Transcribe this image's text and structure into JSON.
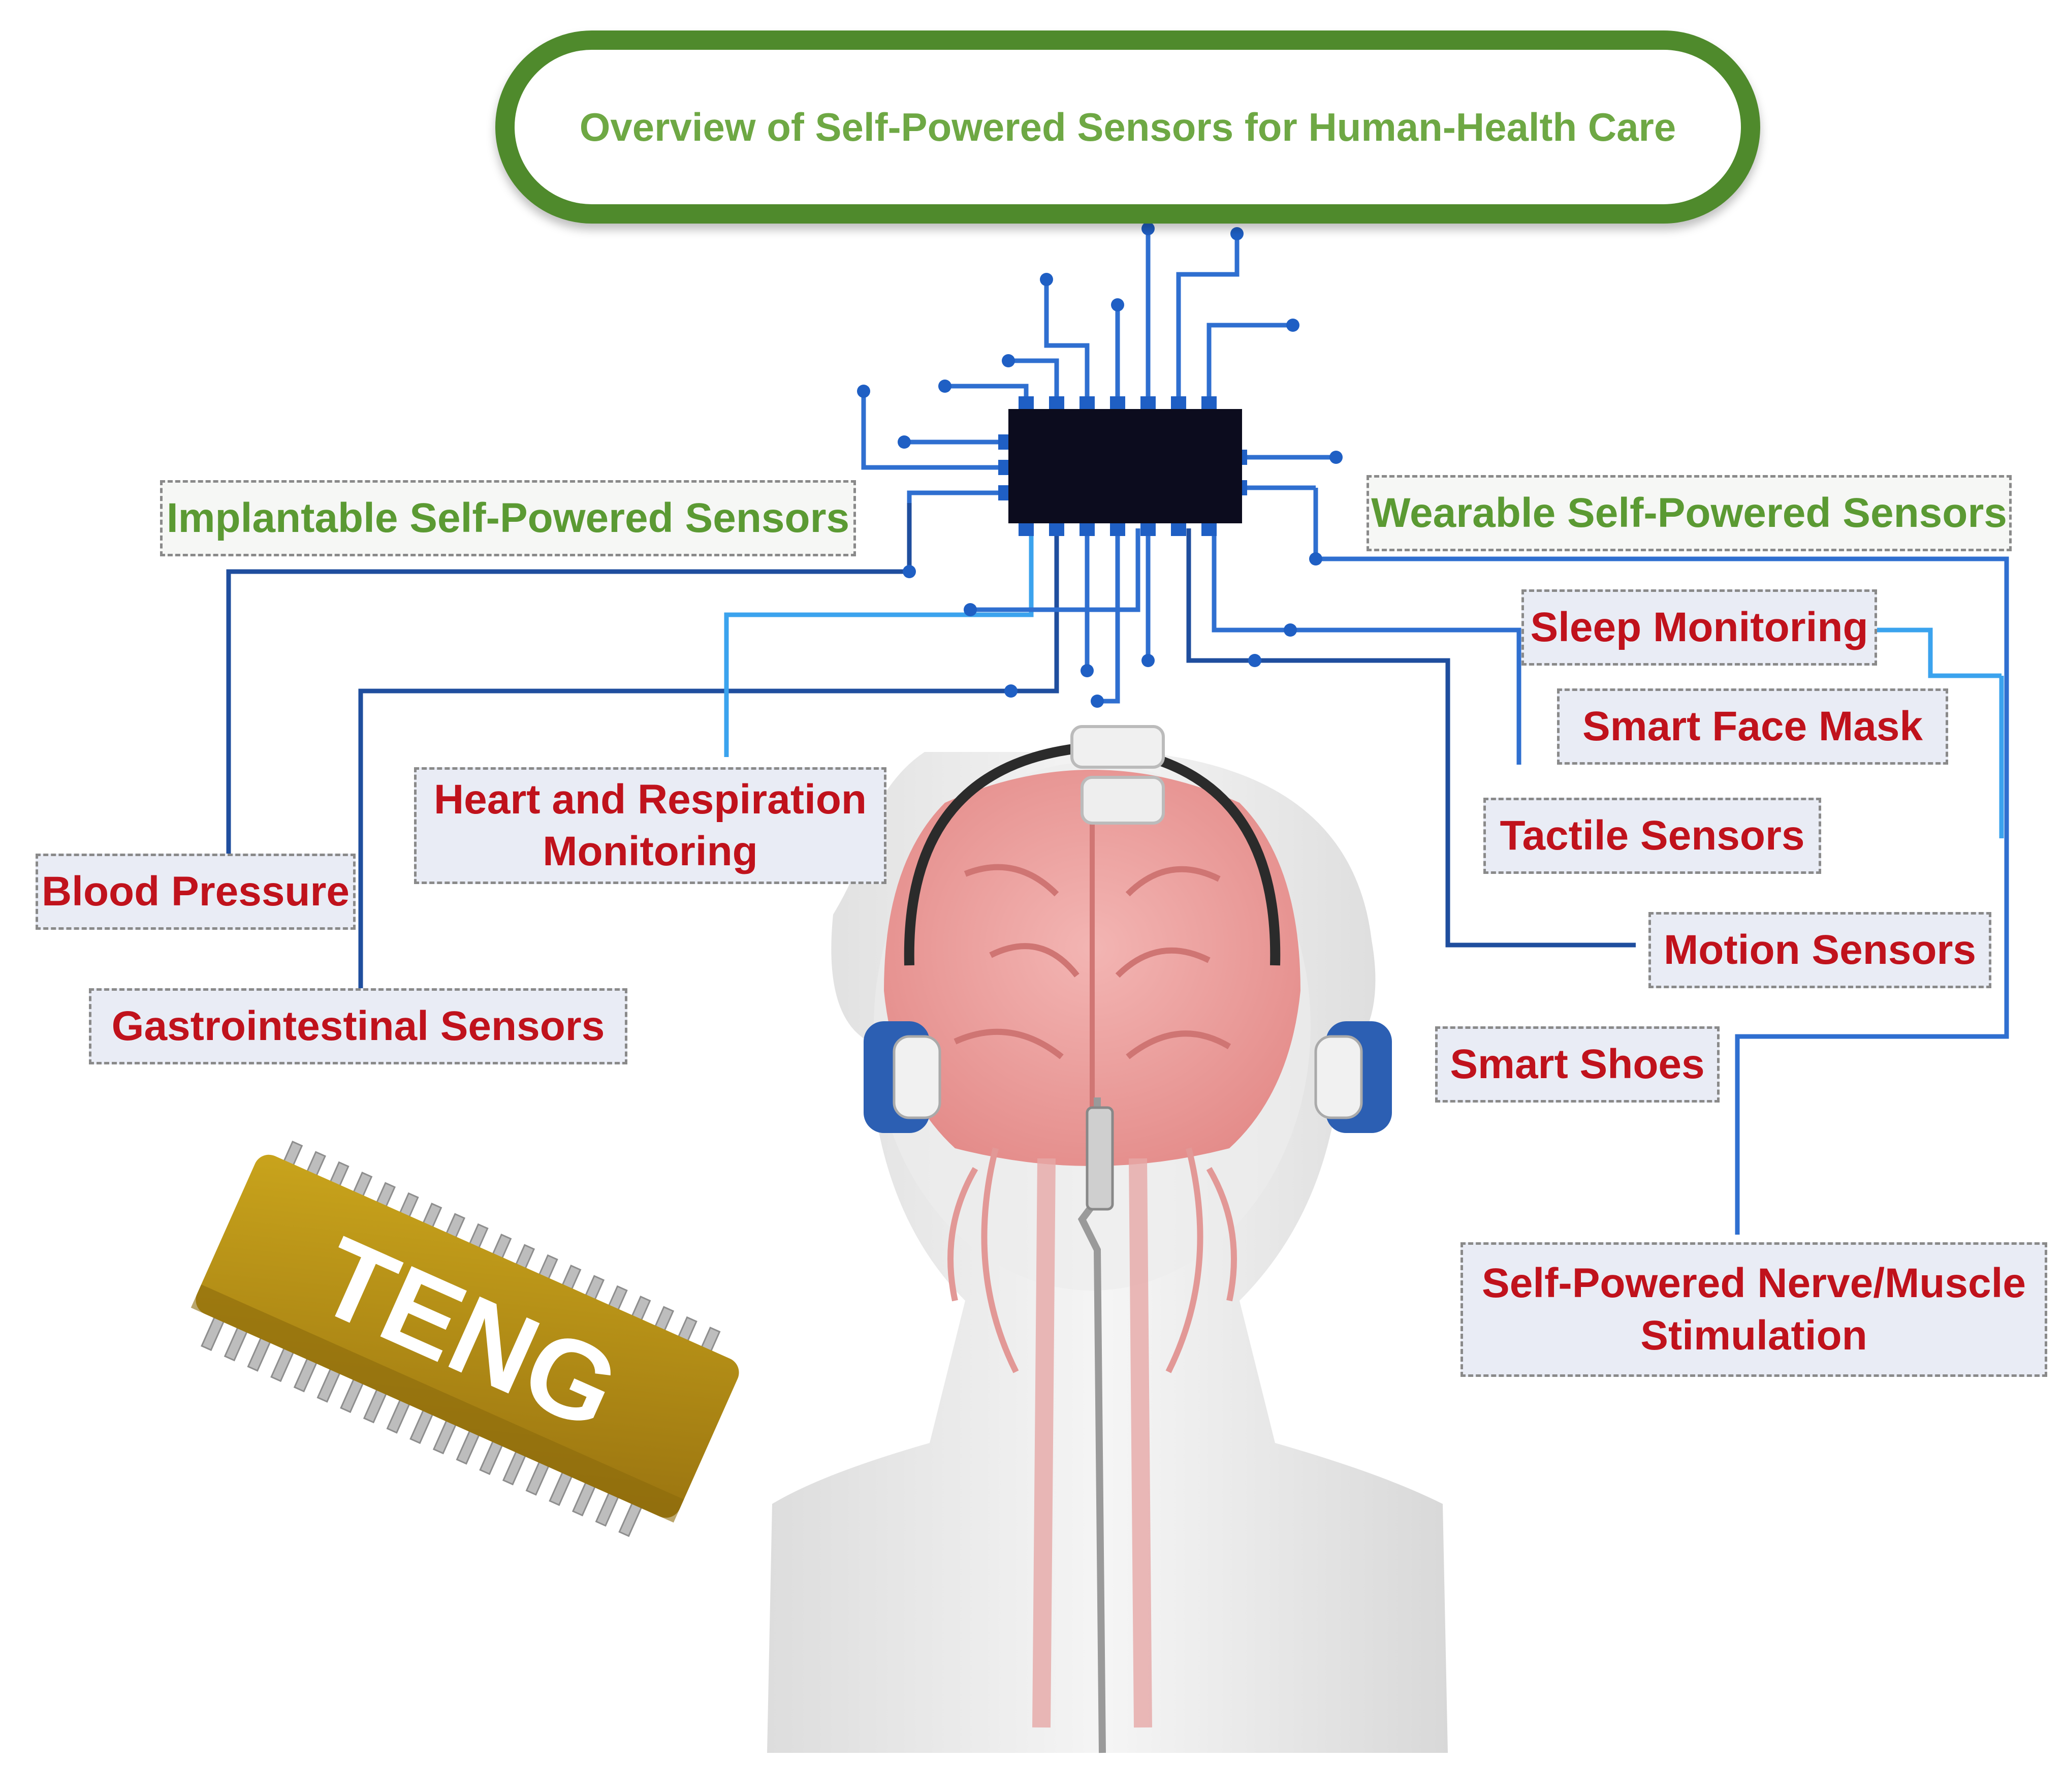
{
  "title": "Overview of Self-Powered Sensors for Human-Health Care",
  "categories": {
    "implantable": "Implantable Self-Powered Sensors",
    "wearable": "Wearable Self-Powered Sensors"
  },
  "implantable_items": {
    "blood_pressure": "Blood Pressure",
    "gastrointestinal": "Gastrointestinal Sensors",
    "heart_resp_line1": "Heart and Respiration",
    "heart_resp_line2": "Monitoring"
  },
  "wearable_items": {
    "sleep": "Sleep Monitoring",
    "face_mask": "Smart Face Mask",
    "tactile": "Tactile Sensors",
    "motion": "Motion Sensors",
    "shoes": "Smart Shoes",
    "stim_line1": "Self-Powered Nerve/Muscle",
    "stim_line2": "Stimulation"
  },
  "chip_label": "TENG",
  "colors": {
    "title_border": "#4f8a2c",
    "title_text": "#6ea844",
    "category_text": "#5b9a33",
    "item_text": "#c0121c",
    "line_dark": "#1f4e9e",
    "line_mid": "#2f6fd0",
    "line_light": "#3ba3ee",
    "teng_chip": "#b58c12"
  }
}
